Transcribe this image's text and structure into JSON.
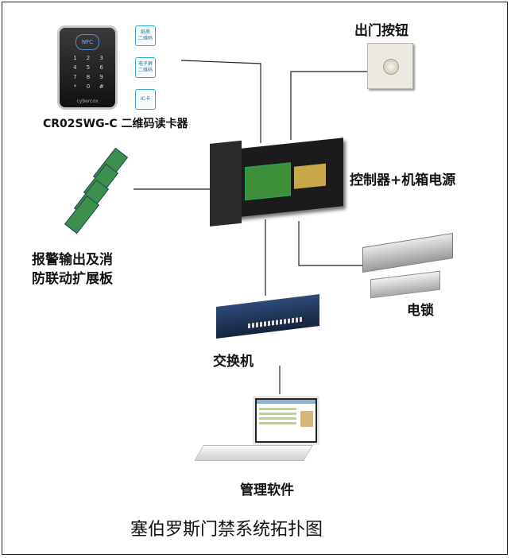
{
  "caption": "塞伯罗斯门禁系统拓扑图",
  "nodes": {
    "reader": {
      "label": "CR02SWG-C  二维码读卡器",
      "brand": "cybercox",
      "nfc": "NFC",
      "keys": [
        "1",
        "2",
        "3",
        "4",
        "5",
        "6",
        "7",
        "8",
        "9",
        "*",
        "0",
        "#"
      ],
      "chips": [
        {
          "line1": "纸质",
          "line2": "二维码"
        },
        {
          "line1": "电子屏",
          "line2": "二维码"
        },
        {
          "line1": "IC卡",
          "line2": ""
        }
      ]
    },
    "exit_button": {
      "label": "出门按钮"
    },
    "controller": {
      "label": "控制器+机箱电源"
    },
    "expansion": {
      "label_line1": "报警输出及消",
      "label_line2": "防联动扩展板"
    },
    "lock": {
      "label": "电锁"
    },
    "switch": {
      "label": "交换机"
    },
    "software": {
      "label": "管理软件"
    }
  },
  "colors": {
    "line": "#222222",
    "chip_border": "#35a8d8"
  }
}
